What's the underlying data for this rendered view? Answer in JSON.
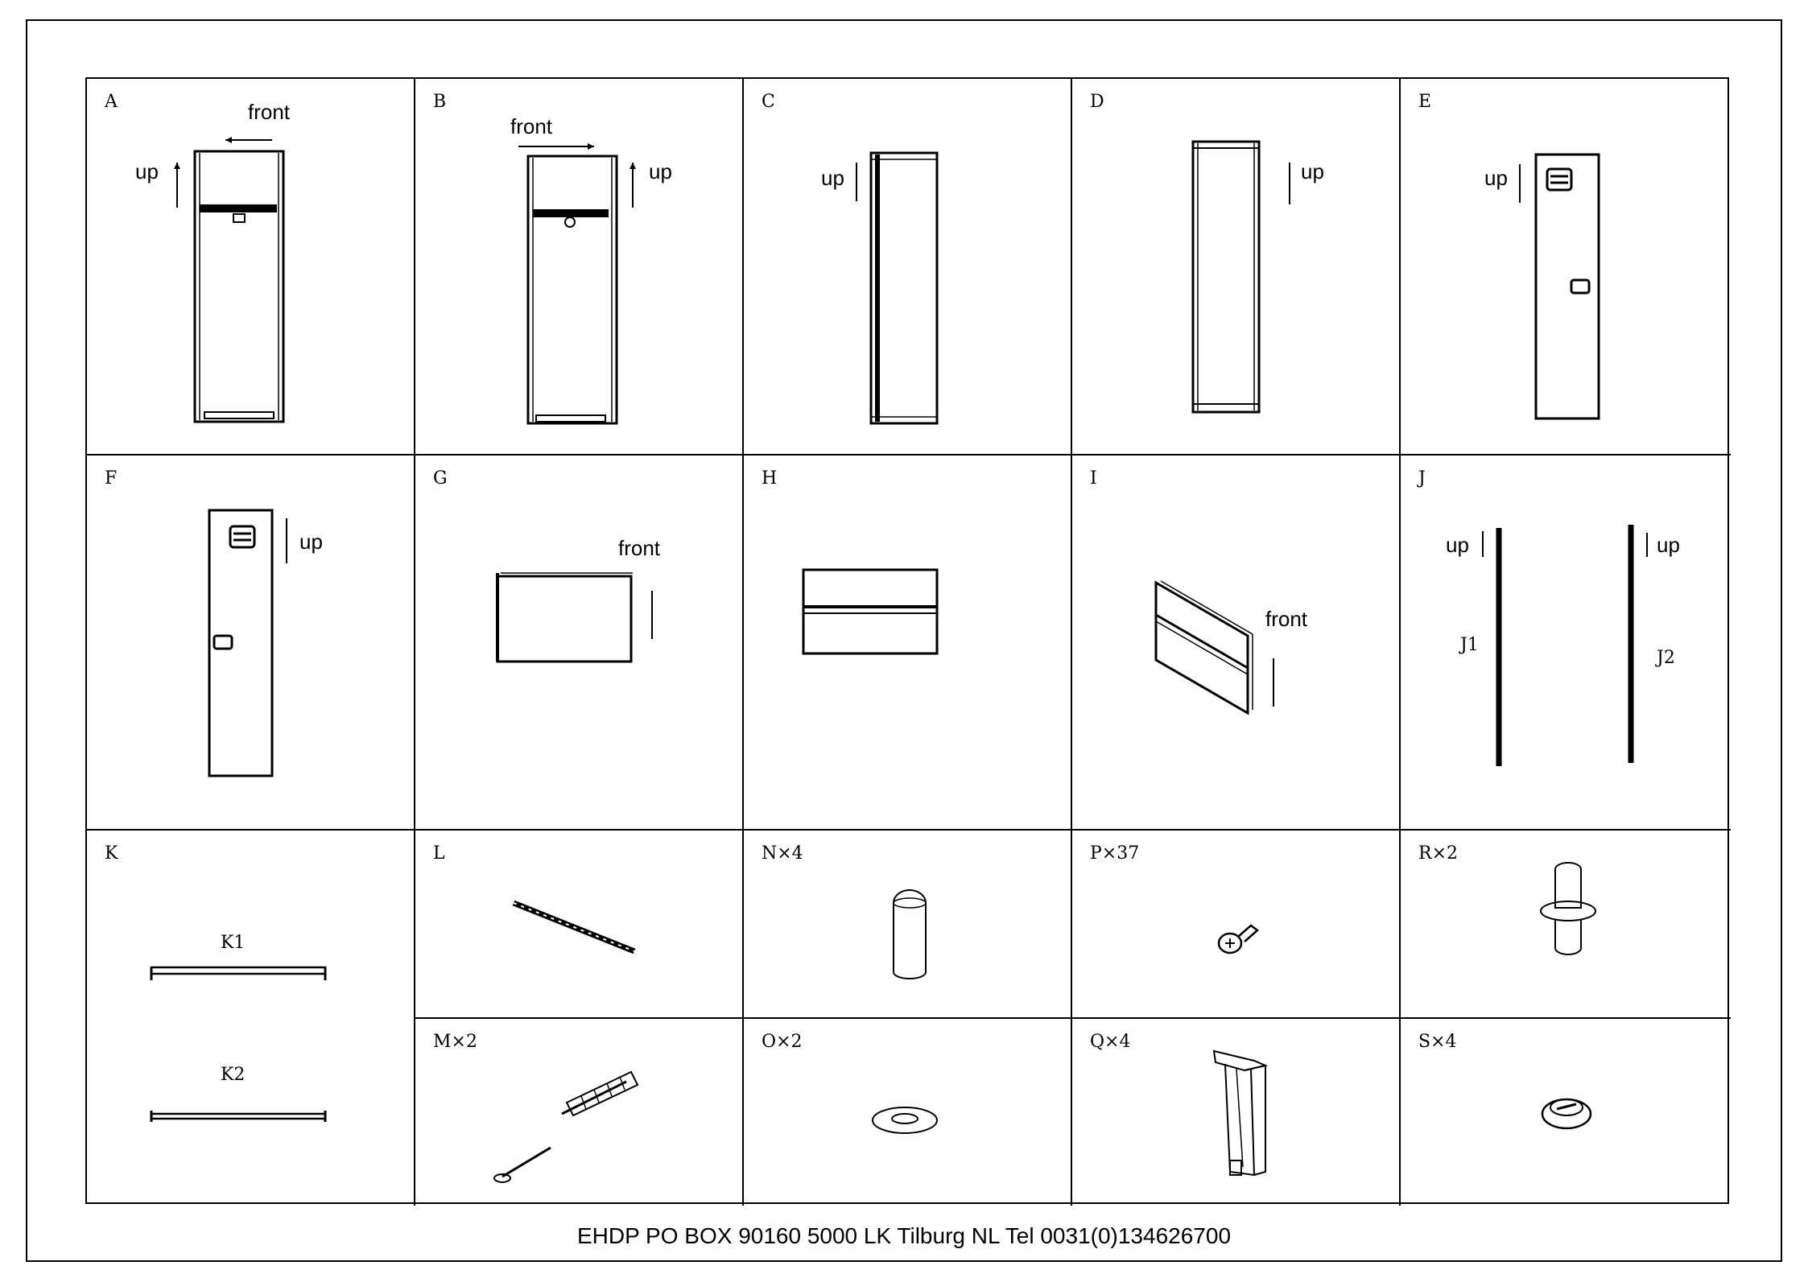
{
  "parts": [
    {
      "label": "A",
      "words": [
        "front",
        "up"
      ]
    },
    {
      "label": "B",
      "words": [
        "front",
        "up"
      ]
    },
    {
      "label": "C",
      "words": [
        "up"
      ]
    },
    {
      "label": "D",
      "words": [
        "up"
      ]
    },
    {
      "label": "E",
      "words": [
        "up"
      ]
    },
    {
      "label": "F",
      "words": [
        "up"
      ]
    },
    {
      "label": "G",
      "words": [
        "front"
      ]
    },
    {
      "label": "H",
      "words": []
    },
    {
      "label": "I",
      "words": [
        "front"
      ]
    },
    {
      "label": "J",
      "words": [
        "up",
        "up"
      ],
      "sub": [
        "J1",
        "J2"
      ]
    },
    {
      "label": "K",
      "words": [],
      "sub": [
        "K1",
        "K2"
      ]
    },
    {
      "label": "L",
      "words": []
    },
    {
      "label": "N×4",
      "words": []
    },
    {
      "label": "P×37",
      "words": []
    },
    {
      "label": "R×2",
      "words": []
    },
    {
      "label": "M×2",
      "words": []
    },
    {
      "label": "O×2",
      "words": []
    },
    {
      "label": "Q×4",
      "words": []
    },
    {
      "label": "S×4",
      "words": []
    }
  ],
  "footer": "EHDP PO BOX 90160 5000 LK Tilburg NL Tel 0031(0)134626700"
}
